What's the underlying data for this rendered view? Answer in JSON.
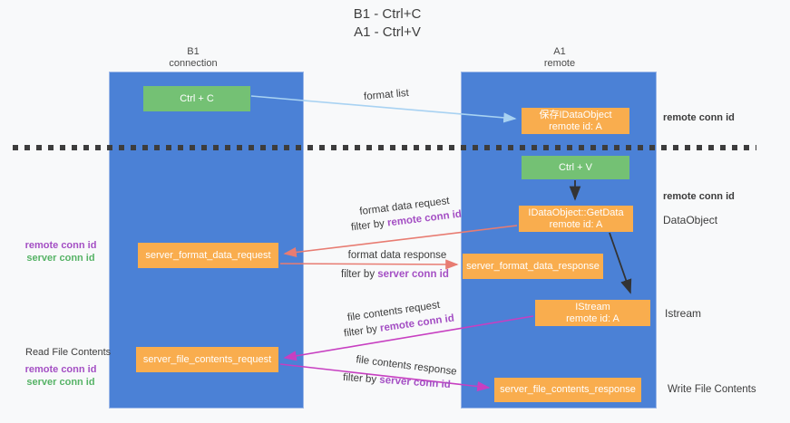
{
  "title": {
    "line1": "B1 - Ctrl+C",
    "line2": "A1 - Ctrl+V"
  },
  "lanes": {
    "left": {
      "title": "B1",
      "subtitle": "connection"
    },
    "right": {
      "title": "A1",
      "subtitle": "remote"
    }
  },
  "nodes": {
    "ctrl_c": {
      "label": "Ctrl + C"
    },
    "ctrl_v": {
      "label": "Ctrl + V"
    },
    "saved_dataobject": {
      "line1": "保存IDataObject",
      "line2": "remote id: A"
    },
    "getdata": {
      "line1": "IDataObject::GetData",
      "line2": "remote id: A"
    },
    "istream": {
      "line1": "IStream",
      "line2": "remote id: A"
    },
    "server_format_data_request": {
      "label": "server_format_data_request"
    },
    "server_format_data_response": {
      "label": "server_format_data_response"
    },
    "server_file_contents_request": {
      "label": "server_file_contents_request"
    },
    "server_file_contents_response": {
      "label": "server_file_contents_response"
    }
  },
  "arrow_labels": {
    "format_list": "format list",
    "format_data_request": "format data request",
    "format_data_response": "format data response",
    "file_contents_request": "file contents request",
    "file_contents_response": "file contents response",
    "filter_by": "filter by",
    "remote_conn_id": "remote conn id",
    "server_conn_id": "server conn id"
  },
  "side_labels": {
    "remote_conn_id": "remote conn id",
    "server_conn_id": "server conn id",
    "dataobject": "DataObject",
    "istream": "Istream",
    "read_file_contents": "Read File Contents",
    "write_file_contents": "Write File Contents"
  },
  "colors": {
    "background": "#f8f9fa",
    "lane_blue": "#4b81d6",
    "box_green": "#74c174",
    "box_orange": "#f9ad4e",
    "text_purple": "#a44fc4",
    "text_green": "#56b366",
    "arrow_red": "#e87c72",
    "arrow_magenta": "#c73fc1",
    "arrow_lightblue": "#a8d2f2",
    "arrow_black": "#333333",
    "dashed_line": "#3d3d3d"
  }
}
